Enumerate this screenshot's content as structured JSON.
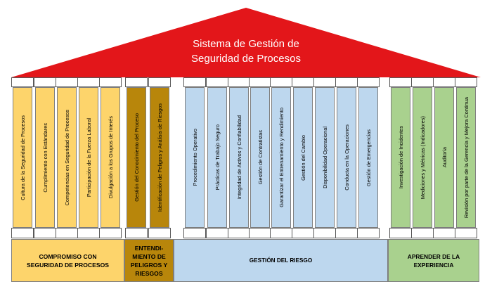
{
  "roof": {
    "title_line1": "Sistema de Gestión de",
    "title_line2": "Seguridad de Procesos",
    "color": "#e3161a"
  },
  "colors": {
    "yellow": "#fdd46b",
    "gold": "#b8860b",
    "blue": "#bdd7ee",
    "green": "#a9d18e"
  },
  "groups": [
    {
      "base_lines": [
        "COMPROMISO CON",
        "SEGURIDAD DE PROCESOS"
      ],
      "color": "yellow",
      "pillars": [
        "Cultura de la Seguridad de Procesos",
        "Cumplimiento con Estándares",
        "Competencias en Seguridad de Procesos",
        "Participación de la Fuerza Laboral",
        "Divulgación a los Grupos de Interés"
      ]
    },
    {
      "base_lines": [
        "ENTENDI-",
        "MIENTO DE",
        "PELIGROS Y",
        "RIESGOS"
      ],
      "color": "gold",
      "pillars": [
        "Gestión del Conocimiento del Proceso",
        "Identificación de Peligros y Análisis de Riesgos"
      ]
    },
    {
      "base_lines": [
        "GESTIÓN DEL RIESGO"
      ],
      "color": "blue",
      "pillars": [
        "Procedimiento Operativo",
        "Prácticas de Trabajo Seguro",
        "Integridad de Activos y Confiabilidad",
        "Gestión de Contratistas",
        "Garantizar el Entrenamiento y Rendimiento",
        "Gestión del Cambio",
        "Disponibilidad Operacional",
        "Conducta en la Operaciones",
        "Gestión de Emergencias"
      ]
    },
    {
      "base_lines": [
        "APRENDER DE LA",
        "EXPERIENCIA"
      ],
      "color": "green",
      "pillars": [
        "Investigación de Incidentes",
        "Mediciones y Métricas (Indicadores)",
        "Auditoria",
        "Revisión por parte de la Gerencia y Mejora Continua"
      ]
    }
  ]
}
